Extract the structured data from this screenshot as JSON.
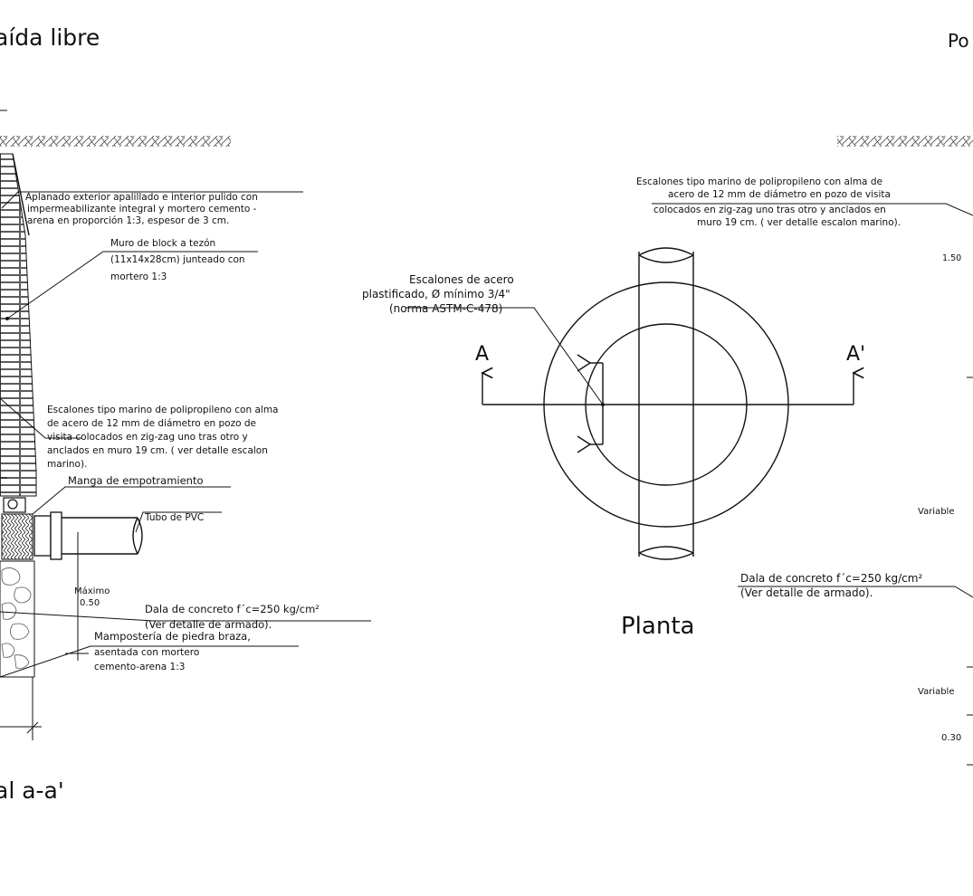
{
  "titles": {
    "left_top": "aída libre",
    "right_top": "Po",
    "left_bottom": "al a-a'",
    "planta": "Planta"
  },
  "section": {
    "note_aplanado": [
      "Aplanado exterior apalillado e interior pulido con",
      "impermeabilizante integral y mortero cemento -",
      "arena en proporción 1:3, espesor de  3 cm."
    ],
    "note_muro": [
      "Muro de block a tezón",
      "(11x14x28cm) junteado con",
      "mortero 1:3"
    ],
    "note_escalones": [
      "Escalones tipo marino de polipropileno con alma",
      "de acero de 12 mm de diámetro en pozo de",
      "visita colocados en zig-zag uno tras otro y",
      "anclados en muro 19 cm. ( ver detalle escalon",
      "marino)."
    ],
    "note_manga": "Manga de empotramiento",
    "note_tubo": "Tubo de PVC",
    "dim_maximo": "Máximo",
    "dim_050": "0.50",
    "note_dala": [
      "Dala de concreto f´c=250 kg/cm²",
      "(Ver detalle de armado)."
    ],
    "note_mamposteria": [
      "Mampostería de piedra braza,",
      "asentada con mortero",
      "cemento-arena 1:3"
    ]
  },
  "planta": {
    "note_escalones_marino": [
      "Escalones tipo marino de polipropileno con alma de",
      "acero de 12 mm de diámetro en pozo de visita",
      "colocados en zig-zag uno tras otro y anclados en",
      "muro 19 cm. ( ver detalle escalon marino)."
    ],
    "note_escalones_acero": [
      "Escalones de acero",
      "plastificado, Ø mínimo 3/4\"",
      "(norma ASTM-C-478)"
    ],
    "label_a": "A",
    "label_a_prime": "A'",
    "note_dala": [
      "Dala de concreto f´c=250 kg/cm²",
      "(Ver detalle de armado)."
    ]
  },
  "right_dims": {
    "d1": "1.50",
    "d2": "Variable",
    "d3": "Variable",
    "d4": "0.30"
  }
}
